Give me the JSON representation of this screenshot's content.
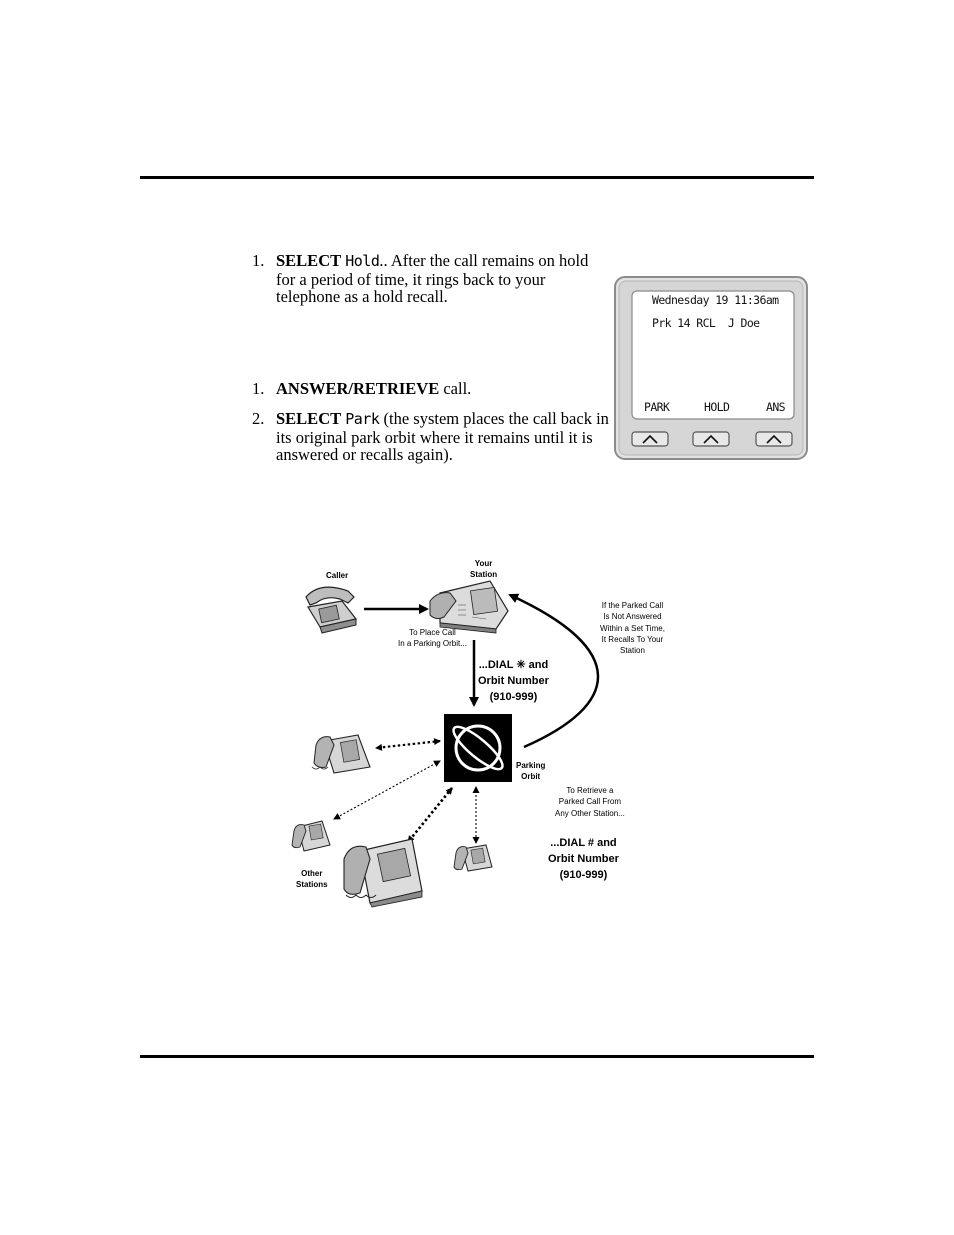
{
  "hold_steps": [
    {
      "num": "1.",
      "select": "SELECT",
      "key": "Hold",
      "text": ".. After the call remains on hold for a period of time, it rings back to your telephone as a hold recall."
    }
  ],
  "retrieve_steps": [
    {
      "num": "1.",
      "bold": "ANSWER/RETRIEVE",
      "text": " call."
    },
    {
      "num": "2.",
      "select": "SELECT",
      "key": "Park",
      "text": " (the system places the call back in its original park orbit where it remains until it is answered or recalls again)."
    }
  ],
  "display": {
    "line1": "Wednesday 19 11:36am",
    "line2": "Prk 14 RCL  J Doe",
    "softkeys": [
      "PARK",
      "HOLD",
      "ANS"
    ]
  },
  "diagram": {
    "caller": "Caller",
    "your_station": "Your\nStation",
    "place_call": "To Place Call\nIn a Parking Orbit...",
    "dial_star": "...DIAL ✳ and\nOrbit Number\n(910-999)",
    "recall_note": "If the Parked Call\nIs Not Answered\nWithin a Set Time,\nIt Recalls To Your\nStation",
    "parking_orbit": "Parking\nOrbit",
    "retrieve_note": "To Retrieve a\nParked Call From\nAny Other Station...",
    "dial_hash": "...DIAL # and\nOrbit Number\n(910-999)",
    "other_stations": "Other\nStations"
  }
}
